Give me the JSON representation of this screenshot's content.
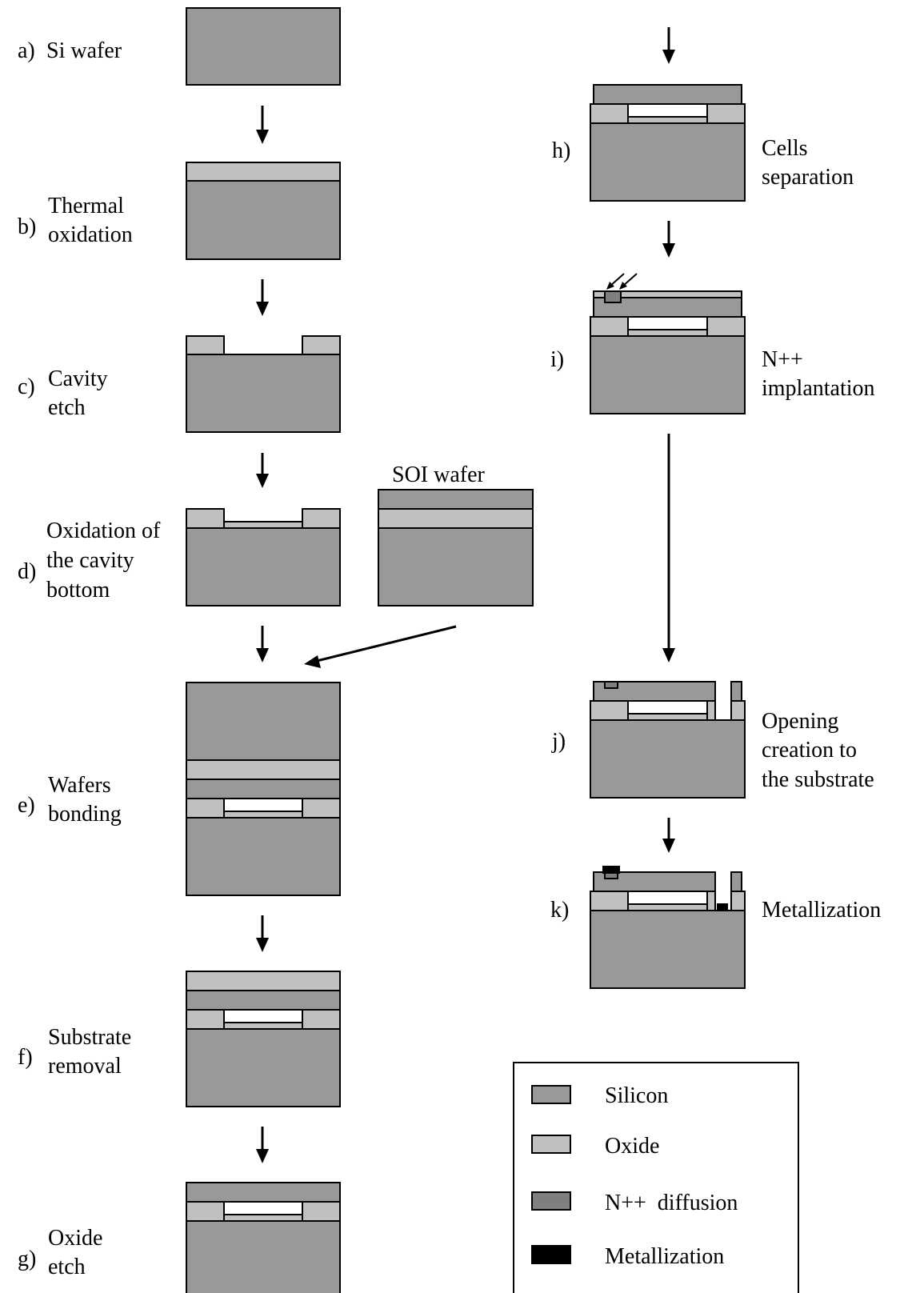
{
  "colors": {
    "silicon": "#999999",
    "oxide": "#c0c0c0",
    "n_diffusion": "#7f7f7f",
    "metallization": "#000000"
  },
  "steps": [
    {
      "letter": "a)",
      "label": [
        "Si wafer"
      ]
    },
    {
      "letter": "b)",
      "label": [
        "Thermal",
        "oxidation"
      ]
    },
    {
      "letter": "c)",
      "label": [
        "Cavity",
        "etch"
      ]
    },
    {
      "letter": "d)",
      "label": [
        "Oxidation of",
        "the cavity",
        "bottom"
      ]
    },
    {
      "letter": "e)",
      "label": [
        "Wafers",
        "bonding"
      ]
    },
    {
      "letter": "f)",
      "label": [
        "Substrate",
        "removal"
      ]
    },
    {
      "letter": "g)",
      "label": [
        "Oxide",
        "etch"
      ]
    },
    {
      "letter": "h)",
      "label": [
        "Cells",
        "separation"
      ]
    },
    {
      "letter": "i)",
      "label": [
        "N++",
        "implantation"
      ]
    },
    {
      "letter": "j)",
      "label": [
        "Opening",
        "creation to",
        "the substrate"
      ]
    },
    {
      "letter": "k)",
      "label": [
        "Metallization"
      ]
    }
  ],
  "soi_label": "SOI wafer",
  "legend": [
    {
      "name": "Silicon",
      "color": "#999999"
    },
    {
      "name": "Oxide",
      "color": "#c0c0c0"
    },
    {
      "name": "N++  diffusion",
      "color": "#7f7f7f"
    },
    {
      "name": "Metallization",
      "color": "#000000"
    }
  ]
}
